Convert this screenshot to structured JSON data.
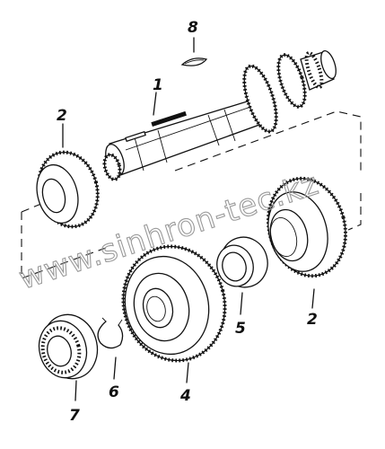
{
  "diagram": {
    "callouts": [
      {
        "id": "c8",
        "label": "8",
        "part": "key"
      },
      {
        "id": "c1",
        "label": "1",
        "part": "shaft"
      },
      {
        "id": "c2a",
        "label": "2",
        "part": "gear"
      },
      {
        "id": "c2b",
        "label": "2",
        "part": "gear"
      },
      {
        "id": "c5",
        "label": "5",
        "part": "bushing"
      },
      {
        "id": "c4",
        "label": "4",
        "part": "gear"
      },
      {
        "id": "c6",
        "label": "6",
        "part": "snap-ring"
      },
      {
        "id": "c7",
        "label": "7",
        "part": "bearing"
      }
    ],
    "watermark": "www.sinhron-tec.kz"
  }
}
